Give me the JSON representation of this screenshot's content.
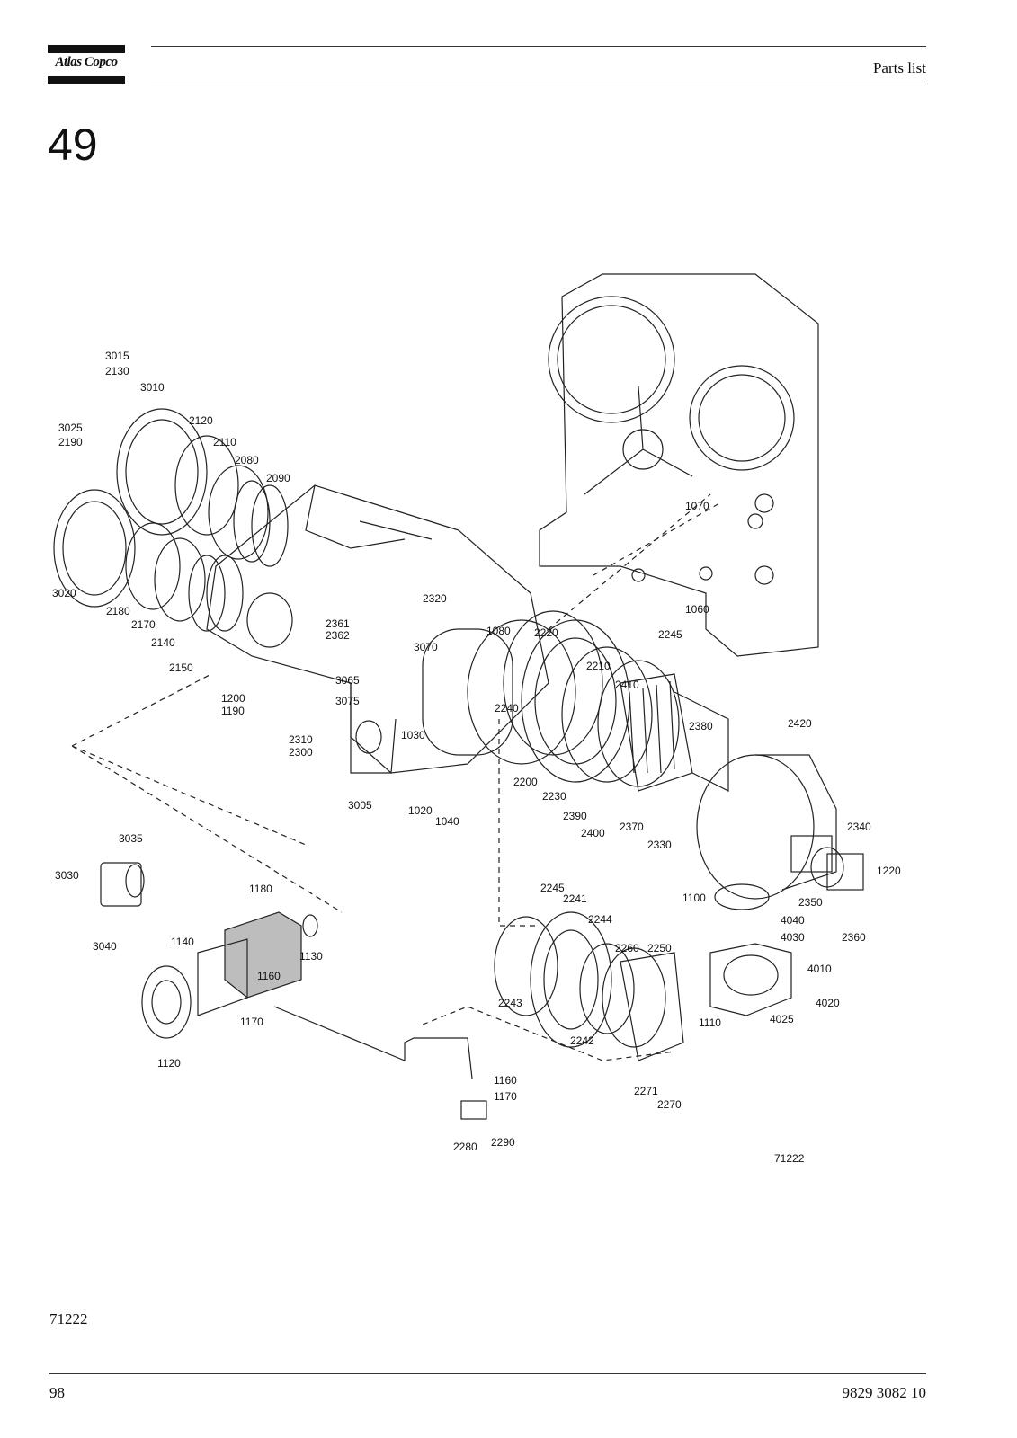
{
  "header": {
    "brand": "Atlas Copco",
    "title": "Parts list"
  },
  "section_number": "49",
  "drawing": {
    "figure_ref": "71222",
    "labels": [
      "3015",
      "2130",
      "3010",
      "3025",
      "2190",
      "2120",
      "2110",
      "2080",
      "2090",
      "3020",
      "2180",
      "2170",
      "2140",
      "2150",
      "1070",
      "1060",
      "2320",
      "1080",
      "2220",
      "2361",
      "2362",
      "3070",
      "3065",
      "3075",
      "1200",
      "1190",
      "2310",
      "2300",
      "1030",
      "3005",
      "1020",
      "1040",
      "2245",
      "2210",
      "2410",
      "2240",
      "2380",
      "2420",
      "2200",
      "2230",
      "2390",
      "2400",
      "2370",
      "2330",
      "2340",
      "1220",
      "3035",
      "3030",
      "3040",
      "1180",
      "1130",
      "1140",
      "1160",
      "1170",
      "1120",
      "2241",
      "2244",
      "2260",
      "2250",
      "1100",
      "2350",
      "4040",
      "4030",
      "2360",
      "4010",
      "2243",
      "2242",
      "4025",
      "4020",
      "1110",
      "1160",
      "1170",
      "2271",
      "2270",
      "2280",
      "2290"
    ]
  },
  "footer": {
    "ref": "71222",
    "page": "98",
    "doc_number": "9829 3082 10"
  }
}
